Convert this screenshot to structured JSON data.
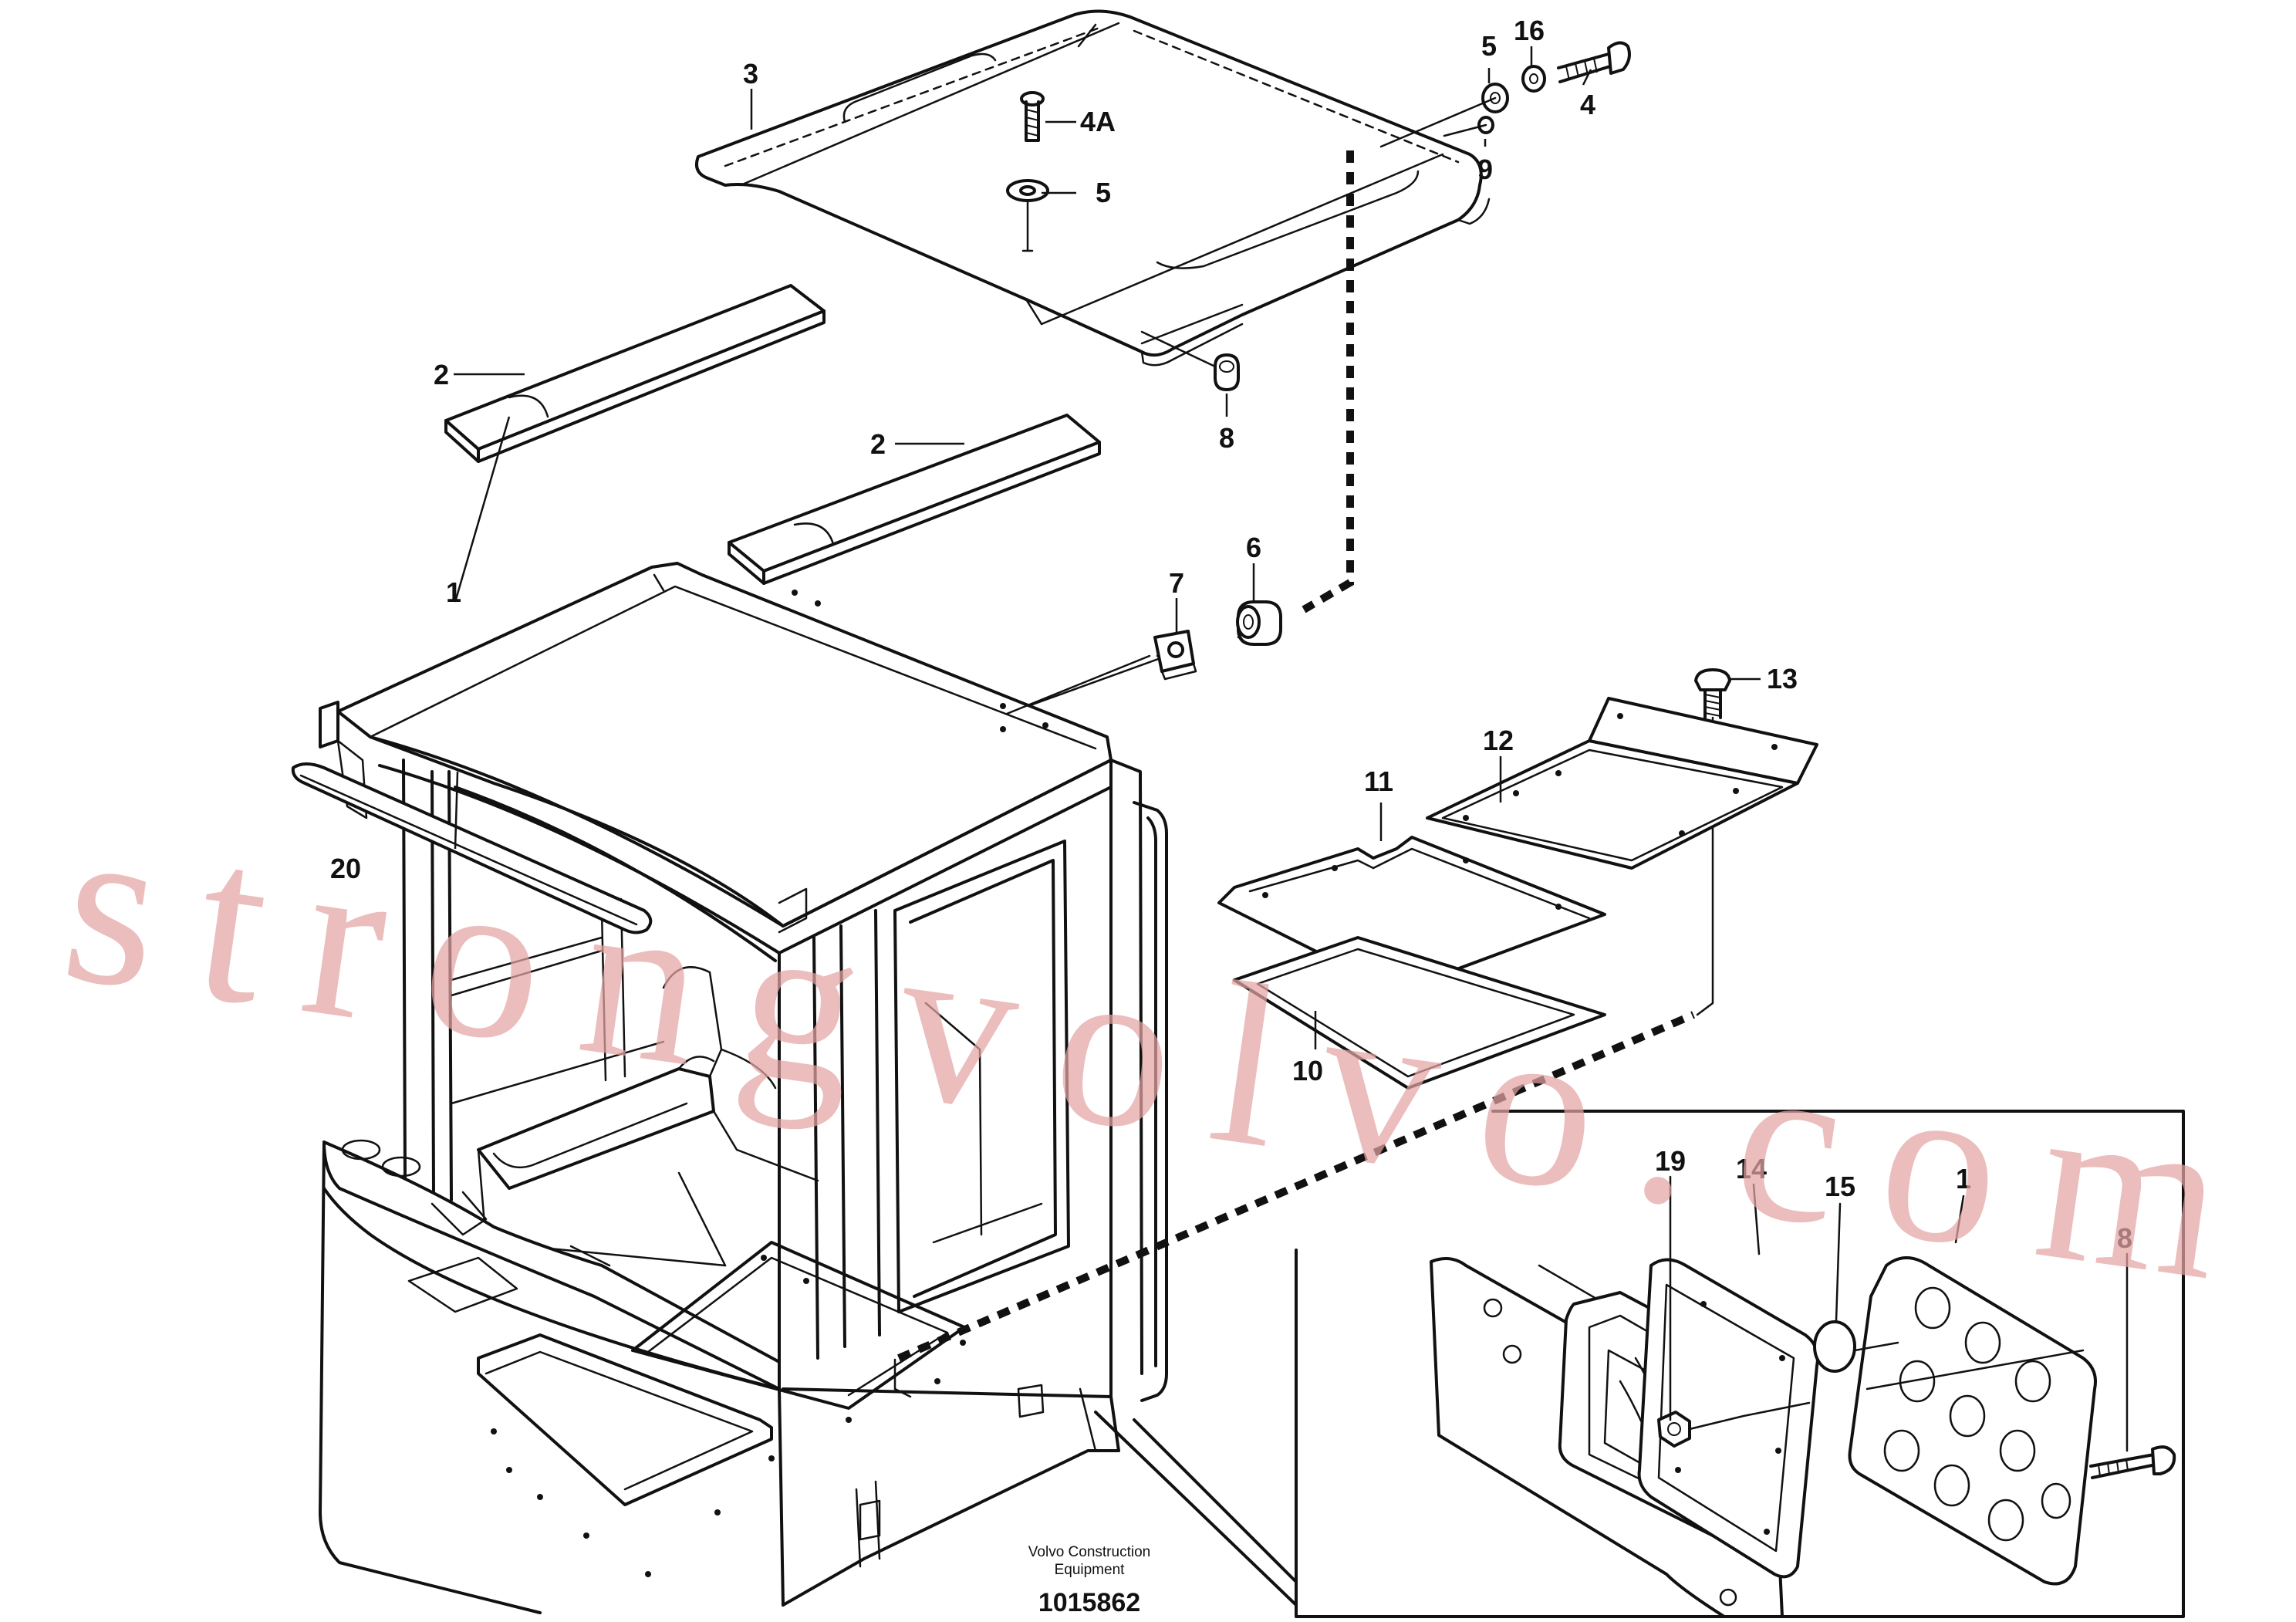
{
  "diagram": {
    "callouts": [
      {
        "id": "1",
        "text": "1"
      },
      {
        "id": "2a",
        "text": "2"
      },
      {
        "id": "2b",
        "text": "2"
      },
      {
        "id": "3",
        "text": "3"
      },
      {
        "id": "4",
        "text": "4"
      },
      {
        "id": "4A",
        "text": "4A"
      },
      {
        "id": "5a",
        "text": "5"
      },
      {
        "id": "5b",
        "text": "5"
      },
      {
        "id": "6",
        "text": "6"
      },
      {
        "id": "7",
        "text": "7"
      },
      {
        "id": "8a",
        "text": "8"
      },
      {
        "id": "8b",
        "text": "8"
      },
      {
        "id": "9",
        "text": "9"
      },
      {
        "id": "10",
        "text": "10"
      },
      {
        "id": "11",
        "text": "11"
      },
      {
        "id": "12",
        "text": "12"
      },
      {
        "id": "13",
        "text": "13"
      },
      {
        "id": "14",
        "text": "14"
      },
      {
        "id": "15",
        "text": "15"
      },
      {
        "id": "16",
        "text": "16"
      },
      {
        "id": "17",
        "text": "1"
      },
      {
        "id": "19",
        "text": "19"
      },
      {
        "id": "20",
        "text": "20"
      }
    ],
    "credit_line1": "Volvo Construction",
    "credit_line2": "Equipment",
    "document_number": "1015862",
    "watermark": "strongvolvo.com"
  }
}
